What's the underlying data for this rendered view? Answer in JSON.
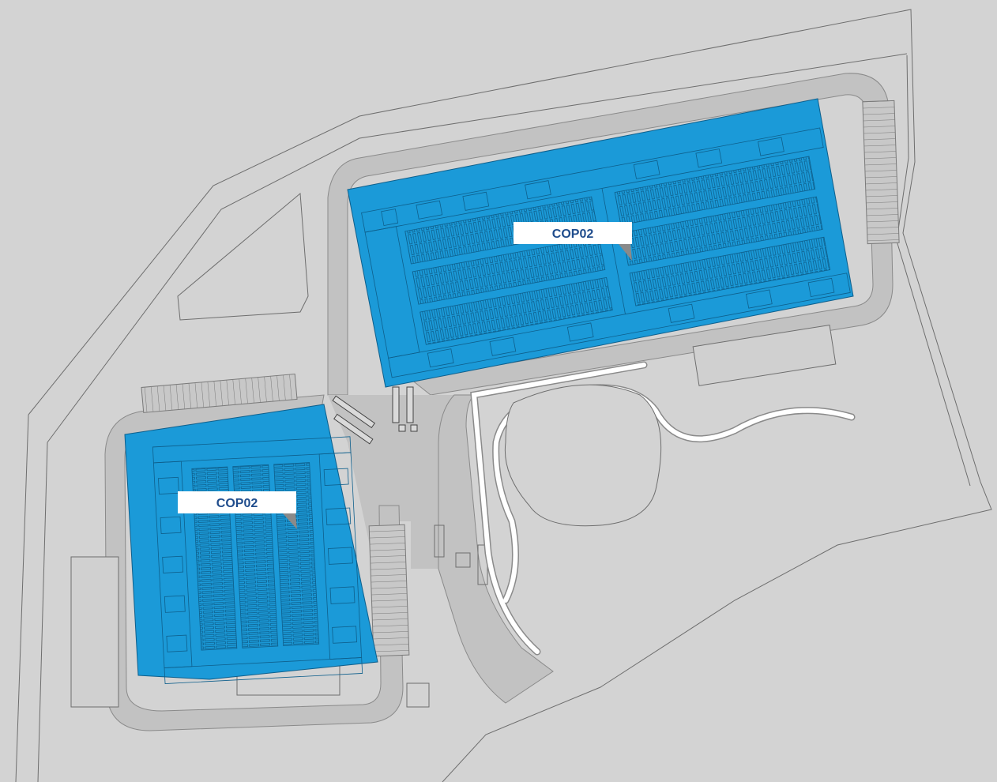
{
  "map": {
    "colors": {
      "background": "#d3d3d3",
      "road": "#c2c2c2",
      "road_edge": "#8a8a8a",
      "outline": "#6e6e6e",
      "building": "#1b9ad8",
      "building_detail": "#0e5f8c",
      "label_bg": "#ffffff",
      "label_text": "#1f4c8c",
      "path_white": "#ffffff"
    },
    "labels": [
      {
        "id": "north-building",
        "text": "COP02"
      },
      {
        "id": "south-building",
        "text": "COP02"
      }
    ]
  }
}
